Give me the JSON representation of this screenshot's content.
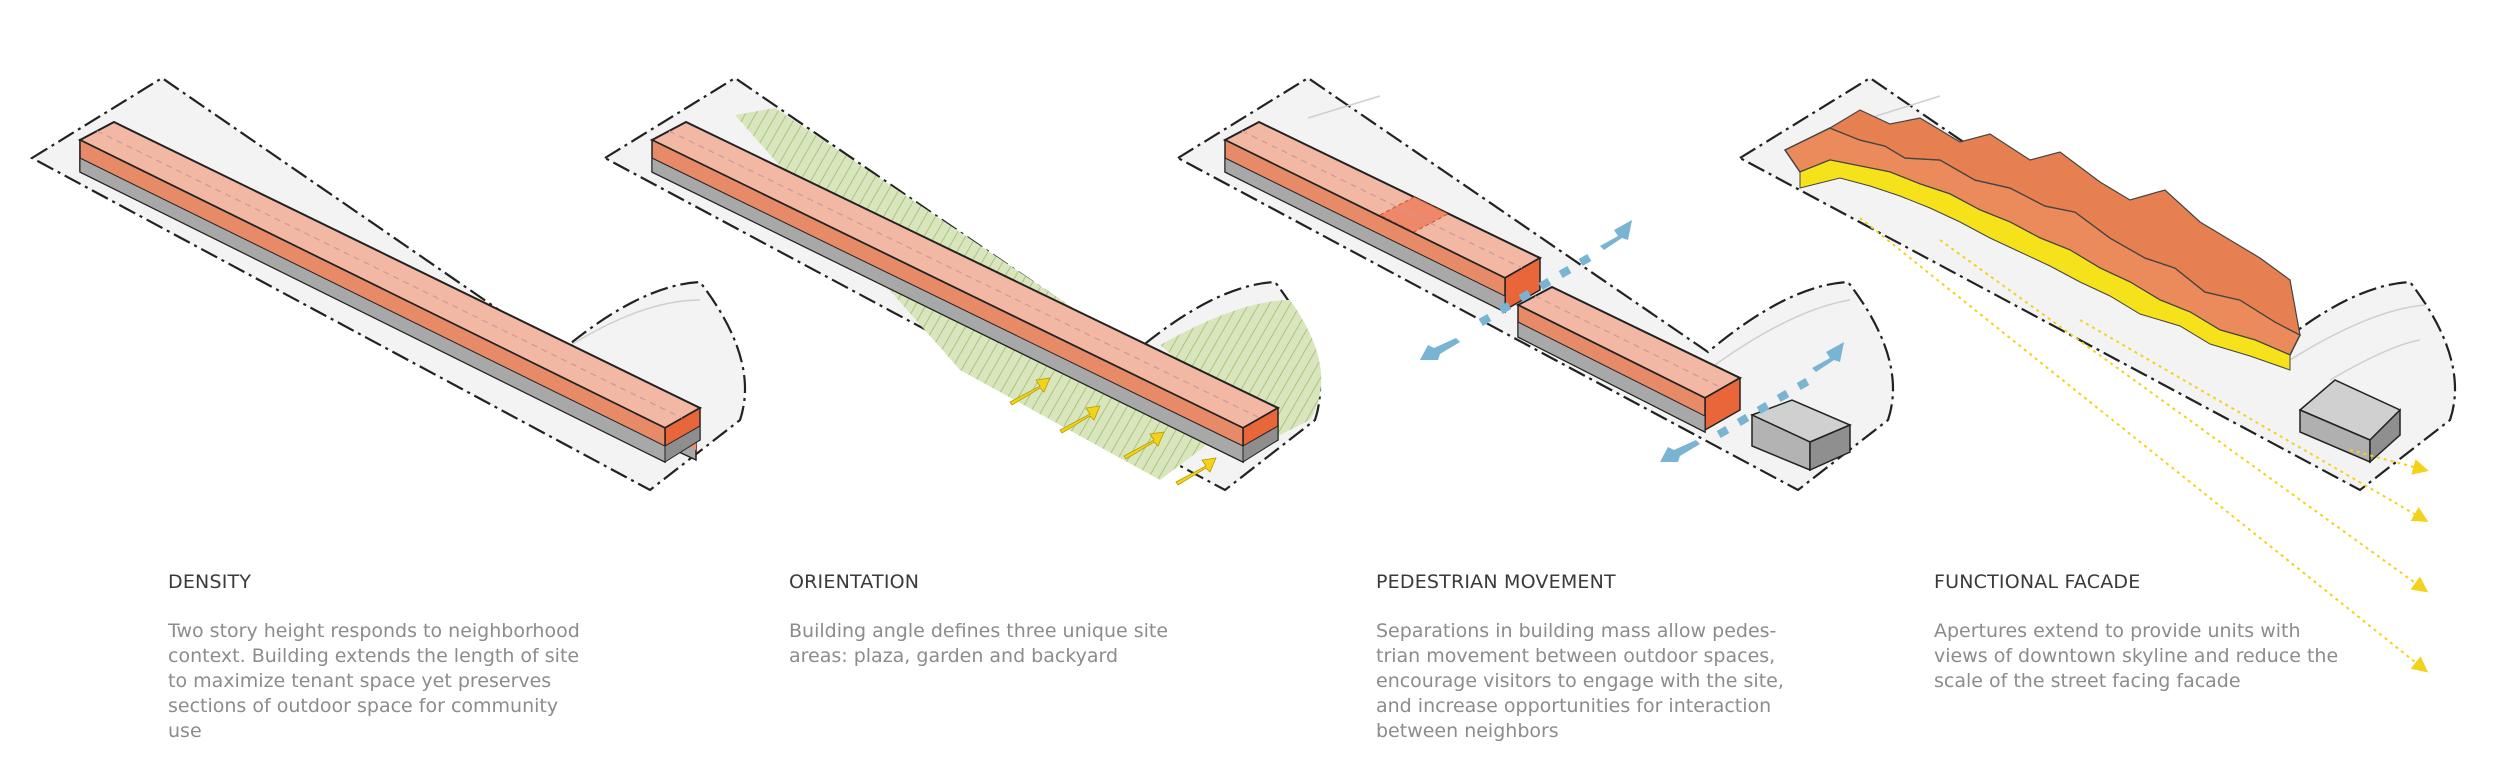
{
  "panels": [
    {
      "title": "DENSITY",
      "lines": [
        "Two story height responds to neighborhood",
        "context. Building extends the length of site",
        "to maximize tenant space yet preserves",
        "sections of outdoor space for community",
        "use"
      ]
    },
    {
      "title": "ORIENTATION",
      "lines": [
        "Building angle defines three unique site",
        "areas: plaza, garden and backyard"
      ]
    },
    {
      "title": "PEDESTRIAN MOVEMENT",
      "lines": [
        "Separations in building mass allow pedes-",
        "trian movement between outdoor spaces,",
        "encourage visitors to engage with the site,",
        "and increase opportunities for interaction",
        "between neighbors"
      ]
    },
    {
      "title": "FUNCTIONAL FACADE",
      "lines": [
        "Apertures extend to provide units with",
        "views of downtown skyline and reduce the",
        "scale of the street facing facade"
      ]
    }
  ],
  "colors": {
    "building_top": "#f2b8a3",
    "building_side": "#e9663a",
    "building_base": "#a8a8a8",
    "garden": "#c9dba4",
    "arrow_yellow": "#f2d21b",
    "arrow_blue": "#7ab4d3",
    "site_fill": "#f2f2f2"
  }
}
